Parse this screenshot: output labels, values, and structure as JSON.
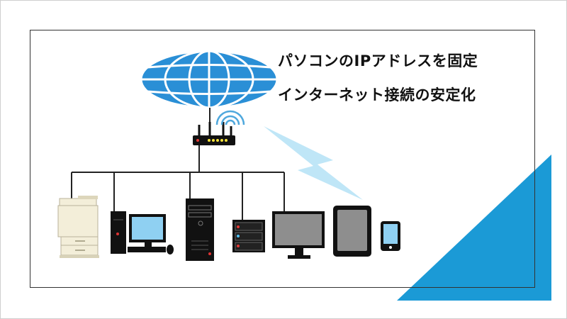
{
  "headline": {
    "line1": "パソコンのIPアドレスを固定",
    "line2": "インターネット接続の安定化"
  },
  "colors": {
    "accent": "#1b9ad6",
    "globe": "#2a8fd6",
    "screen": "#8fd0f2",
    "lightning": "#bfe6f7"
  },
  "devices": [
    "multifunction-printer",
    "desktop-pc",
    "tower-server",
    "nas-storage",
    "monitor",
    "tablet",
    "smartphone"
  ]
}
